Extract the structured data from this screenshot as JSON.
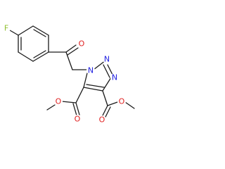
{
  "molecule": {
    "atoms": {
      "fluorine": {
        "label": "F",
        "color": "#90c030"
      },
      "ketone_oxygen": {
        "label": "O",
        "color": "#e02020"
      },
      "triazole_n1": {
        "label": "N",
        "color": "#2020e0"
      },
      "triazole_n2": {
        "label": "N",
        "color": "#2020e0"
      },
      "triazole_n3": {
        "label": "N",
        "color": "#2020e0"
      },
      "ester_left_carbonyl_o": {
        "label": "O",
        "color": "#e02020"
      },
      "ester_left_ether_o": {
        "label": "O",
        "color": "#e02020"
      },
      "ester_right_carbonyl_o": {
        "label": "O",
        "color": "#e02020"
      },
      "ester_right_ether_o": {
        "label": "O",
        "color": "#e02020"
      }
    },
    "bond_color": "#1a1a1a",
    "background": "#ffffff"
  }
}
